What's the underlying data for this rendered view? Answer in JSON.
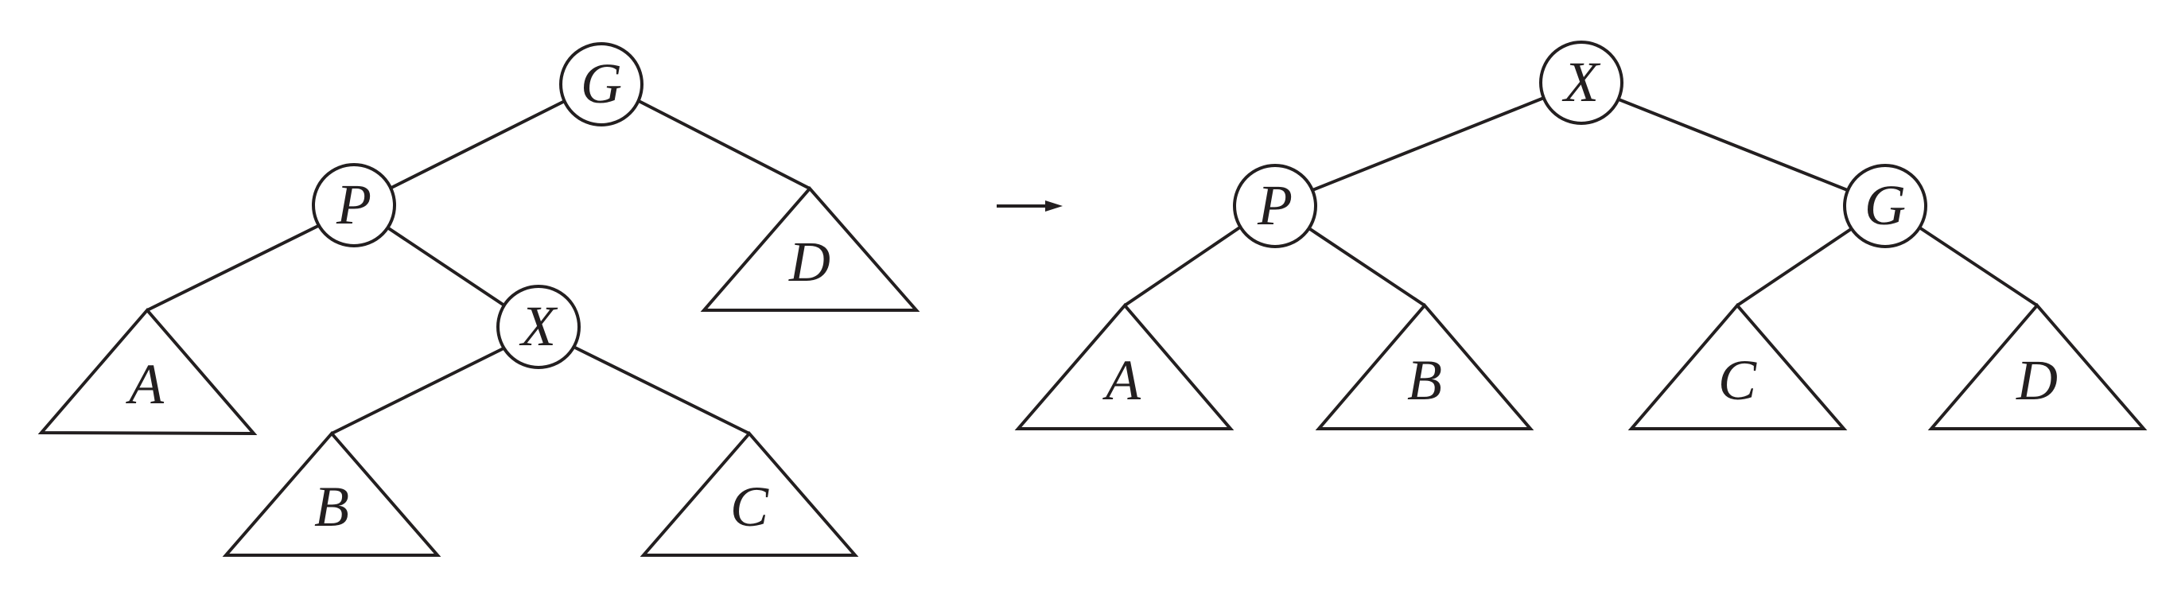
{
  "colors": {
    "ink": "#231f20",
    "background": "#ffffff"
  },
  "before": {
    "nodes": {
      "g": "G",
      "p": "P",
      "x": "X"
    },
    "subtrees": {
      "a": "A",
      "b": "B",
      "c": "C",
      "d": "D"
    }
  },
  "after": {
    "nodes": {
      "x": "X",
      "p": "P",
      "g": "G"
    },
    "subtrees": {
      "a": "A",
      "b": "B",
      "c": "C",
      "d": "D"
    }
  },
  "arrow_icon": "right-arrow-icon"
}
